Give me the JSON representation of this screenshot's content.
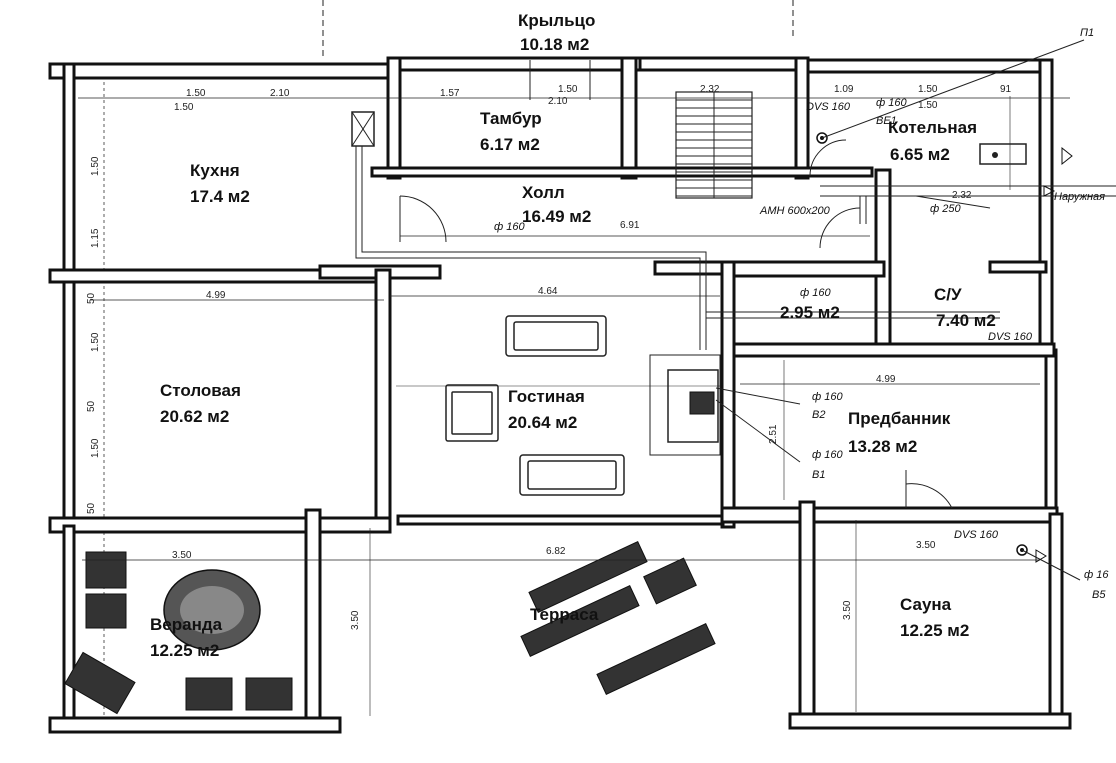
{
  "rooms": {
    "krylco": {
      "name": "Крыльцо",
      "area": "10.18 м2"
    },
    "tambur": {
      "name": "Тамбур",
      "area": "6.17 м2"
    },
    "kotelnaya": {
      "name": "Котельная",
      "area": "6.65 м2"
    },
    "kuhnya": {
      "name": "Кухня",
      "area": "17.4 м2"
    },
    "holl": {
      "name": "Холл",
      "area": "16.49 м2"
    },
    "su": {
      "name": "С/У",
      "area": "7.40 м2"
    },
    "hall2": {
      "name": "",
      "area": "2.95 м2"
    },
    "stolovaya": {
      "name": "Столовая",
      "area": "20.62 м2"
    },
    "gostinaya": {
      "name": "Гостиная",
      "area": "20.64 м2"
    },
    "predbannik": {
      "name": "Предбанник",
      "area": "13.28 м2"
    },
    "veranda": {
      "name": "Веранда",
      "area": "12.25 м2"
    },
    "terrasa": {
      "name": "Терраса",
      "area": ""
    },
    "sauna": {
      "name": "Сауна",
      "area": "12.25 м2"
    }
  },
  "notes": {
    "p1": "П1",
    "dvs_top": "DVS 160",
    "phi160_top": "ф 160",
    "ve1": "ВЕ1",
    "naruzhnaya": "Наружная",
    "amn": "АМН 600x200",
    "phi250": "ф 250",
    "phi160_duct": "ф 160",
    "phi160_hall": "ф 160",
    "dvs_su": "DVS 160",
    "phi160_b2": "ф 160",
    "b2": "В2",
    "phi160_b1": "ф 160",
    "b1": "В1",
    "dvs_sauna": "DVS 160",
    "phi16_b5": "ф 16",
    "b5": "В5"
  },
  "dims": {
    "d150a": "1.50",
    "d150b": "1.50",
    "d210": "2.10",
    "d157": "1.57",
    "d150c": "1.50",
    "d210b": "2.10",
    "d232": "2.32",
    "d109": "1.09",
    "d150d": "1.50",
    "d150e": "1.50",
    "d91": "91",
    "d691": "6.91",
    "d232b": "2.32",
    "d464": "4.64",
    "d499": "4.99",
    "d499b": "4.99",
    "d350a": "3.50",
    "d682": "6.82",
    "d350b": "3.50",
    "d350v": "3.50",
    "d350w": "3.50",
    "d115": "1.15",
    "d150f": "1.50",
    "d150g": "1.50",
    "d150h": "1.50",
    "d251": "2.51",
    "d50a": "50",
    "d50b": "50",
    "d50c": "50"
  }
}
